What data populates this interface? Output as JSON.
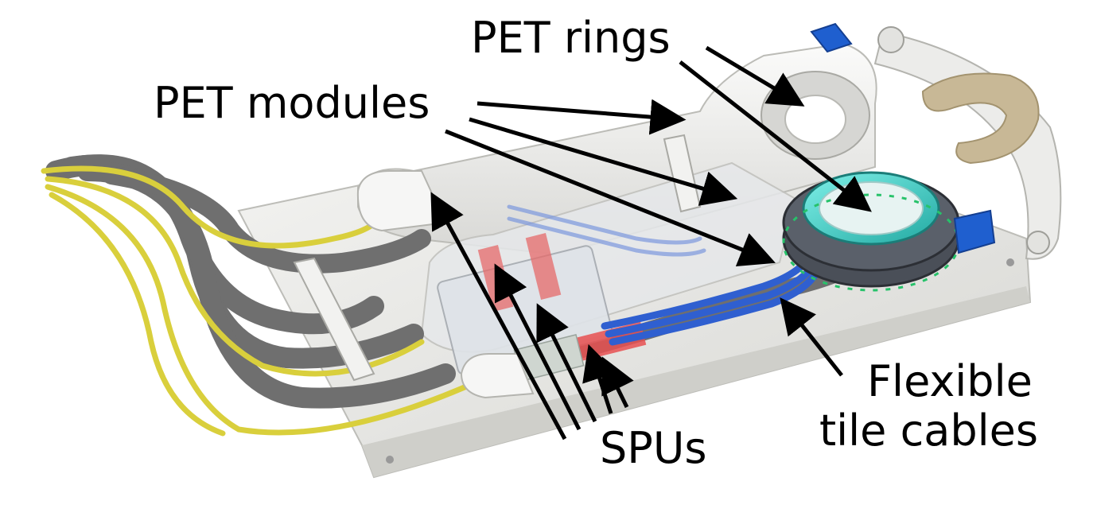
{
  "labels": {
    "pet_rings": "PET rings",
    "pet_modules": "PET modules",
    "spus": "SPUs",
    "flex_line1": "Flexible",
    "flex_line2": "tile cables"
  },
  "colors": {
    "background": "#ffffff",
    "base_plate": "#e9e9e6",
    "housing": "#f1f1ef",
    "grey_cable": "#6f6f6f",
    "yellow_cable": "#d9cf3c",
    "blue_cable": "#2f5fd0",
    "blue_clip": "#1f5fcf",
    "ring_teal": "#3fd0c8",
    "headrest": "#c8b896",
    "arrow": "#000000"
  }
}
